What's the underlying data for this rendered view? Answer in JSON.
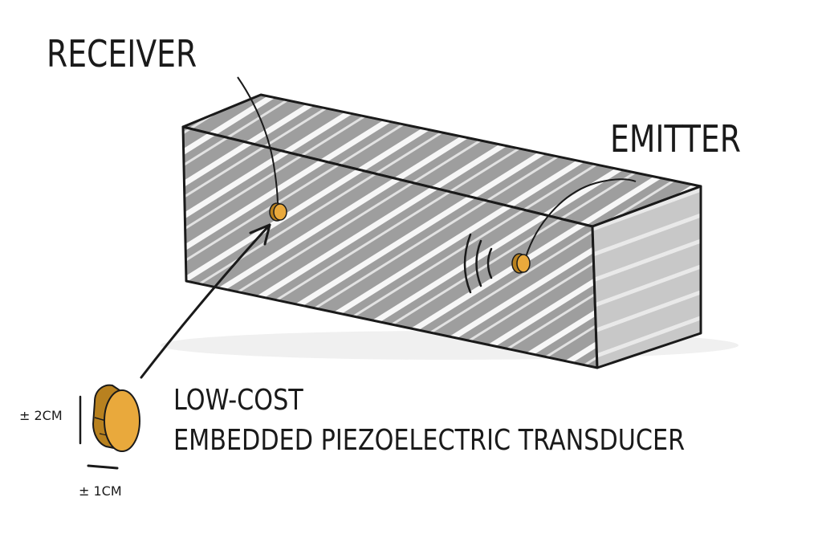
{
  "labels": {
    "receiver": "RECEIVER",
    "emitter": "EMITTER",
    "transducer_line1": "LOW-COST",
    "transducer_line2": "EMBEDDED PIEZOELECTRIC TRANSDUCER",
    "height_dim": "± 2CM",
    "width_dim": "± 1CM"
  },
  "colors": {
    "beam_front": "#9e9e9e",
    "beam_top": "#8f8f8f",
    "beam_end": "#c8c8c8",
    "outline": "#1a1a1a",
    "sensor_face": "#e9a93c",
    "sensor_side": "#b8811f"
  }
}
